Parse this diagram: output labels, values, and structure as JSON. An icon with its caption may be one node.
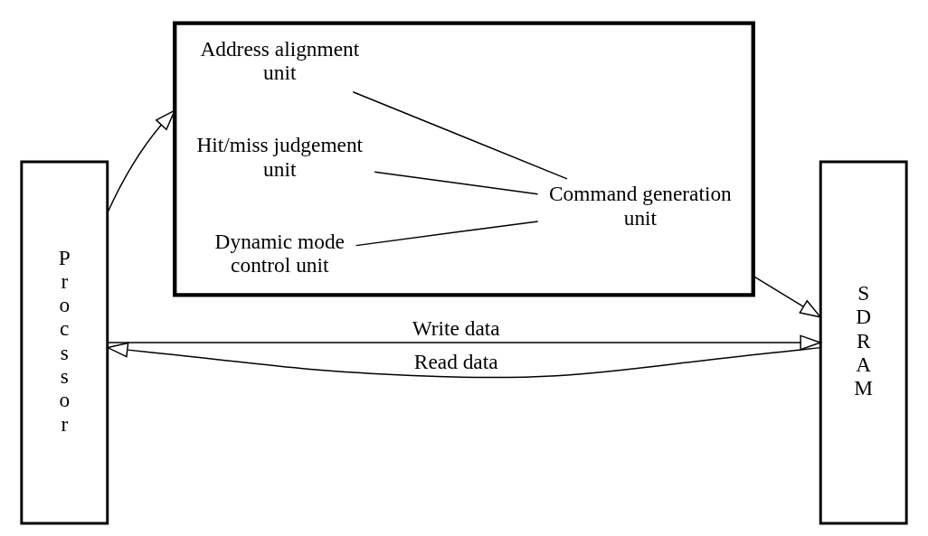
{
  "diagram": {
    "nodes": [
      {
        "text": [
          "Procssor"
        ]
      },
      {
        "text": [
          "SDRAM"
        ]
      },
      {
        "text": [],
        "shape": "box"
      },
      {
        "text": [
          "Address alignment unit"
        ],
        "in": 2
      },
      {
        "text": [
          "Hit/miss judgement unit"
        ],
        "in": 2
      },
      {
        "text": [
          "Dynamic mode control unit"
        ],
        "in": 2
      },
      {
        "text": [
          "Command generation unit"
        ],
        "in": 2
      }
    ],
    "edges": [
      {
        "from": 0,
        "to": 1,
        "arrow": "to",
        "label": "Write data"
      },
      {
        "from": 0,
        "to": 2,
        "arrow": "to"
      },
      {
        "from": 3,
        "to": 6,
        "arrow": "none"
      },
      {
        "from": 4,
        "to": 6,
        "arrow": "none"
      },
      {
        "from": 5,
        "to": 6,
        "arrow": "none"
      },
      {
        "from": 2,
        "to": 1,
        "arrow": "to"
      },
      {
        "from": 1,
        "to": 0,
        "arrow": "to",
        "label": "Read data"
      }
    ]
  }
}
